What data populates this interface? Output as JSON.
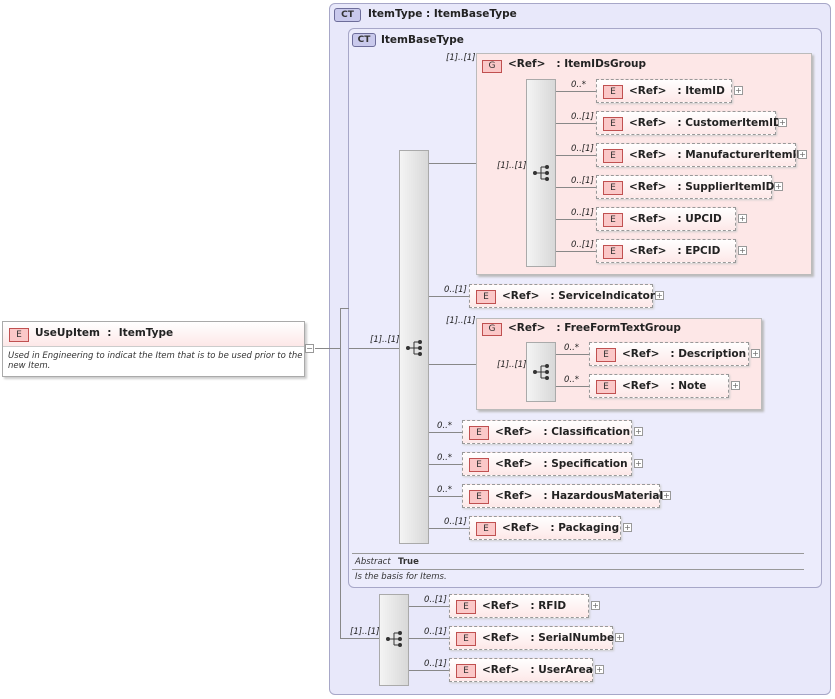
{
  "root": {
    "badge": "E",
    "name": "UseUpItem",
    "type": "ItemType",
    "doc": "Used in Engineering to indicat the Item that is to be used prior to the new Item."
  },
  "outer": {
    "badge": "CT",
    "title": "ItemType : ItemBaseType"
  },
  "inner": {
    "badge": "CT",
    "title": "ItemBaseType",
    "abstract_label": "Abstract",
    "abstract_value": "True",
    "doc": "Is the basis for Items."
  },
  "group1": {
    "badge": "G",
    "label": "<Ref>   : ItemIDsGroup",
    "card": "[1]..[1]",
    "seq_card": "[1]..[1]",
    "elements": [
      {
        "label": "<Ref>   : ItemID",
        "card": "0..*"
      },
      {
        "label": "<Ref>   : CustomerItemID",
        "card": "0..[1]"
      },
      {
        "label": "<Ref>   : ManufacturerItemID",
        "card": "0..[1]"
      },
      {
        "label": "<Ref>   : SupplierItemID",
        "card": "0..[1]"
      },
      {
        "label": "<Ref>   : UPCID",
        "card": "0..[1]"
      },
      {
        "label": "<Ref>   : EPCID",
        "card": "0..[1]"
      }
    ]
  },
  "service": {
    "label": "<Ref>   : ServiceIndicator",
    "card": "0..[1]"
  },
  "group2": {
    "badge": "G",
    "label": "<Ref>   : FreeFormTextGroup",
    "card": "[1]..[1]",
    "seq_card": "[1]..[1]",
    "elements": [
      {
        "label": "<Ref>   : Description",
        "card": "0..*"
      },
      {
        "label": "<Ref>   : Note",
        "card": "0..*"
      }
    ]
  },
  "base_elements": [
    {
      "label": "<Ref>   : Classification",
      "card": "0..*"
    },
    {
      "label": "<Ref>   : Specification",
      "card": "0..*"
    },
    {
      "label": "<Ref>   : HazardousMaterial",
      "card": "0..*"
    },
    {
      "label": "<Ref>   : Packaging",
      "card": "0..[1]"
    }
  ],
  "main_seq_card": "[1]..[1]",
  "ext_seq_card": "[1]..[1]",
  "ext_elements": [
    {
      "label": "<Ref>   : RFID",
      "card": "0..[1]"
    },
    {
      "label": "<Ref>   : SerialNumber",
      "card": "0..[1]"
    },
    {
      "label": "<Ref>   : UserArea",
      "card": "0..[1]"
    }
  ],
  "icons": {
    "sequence": "sequence-icon",
    "expand": "plus-expand-icon"
  },
  "colors": {
    "complex_type_bg": "#e8e8fa",
    "element_badge": "#fbc8c8",
    "group_bg": "#fde7e7"
  }
}
